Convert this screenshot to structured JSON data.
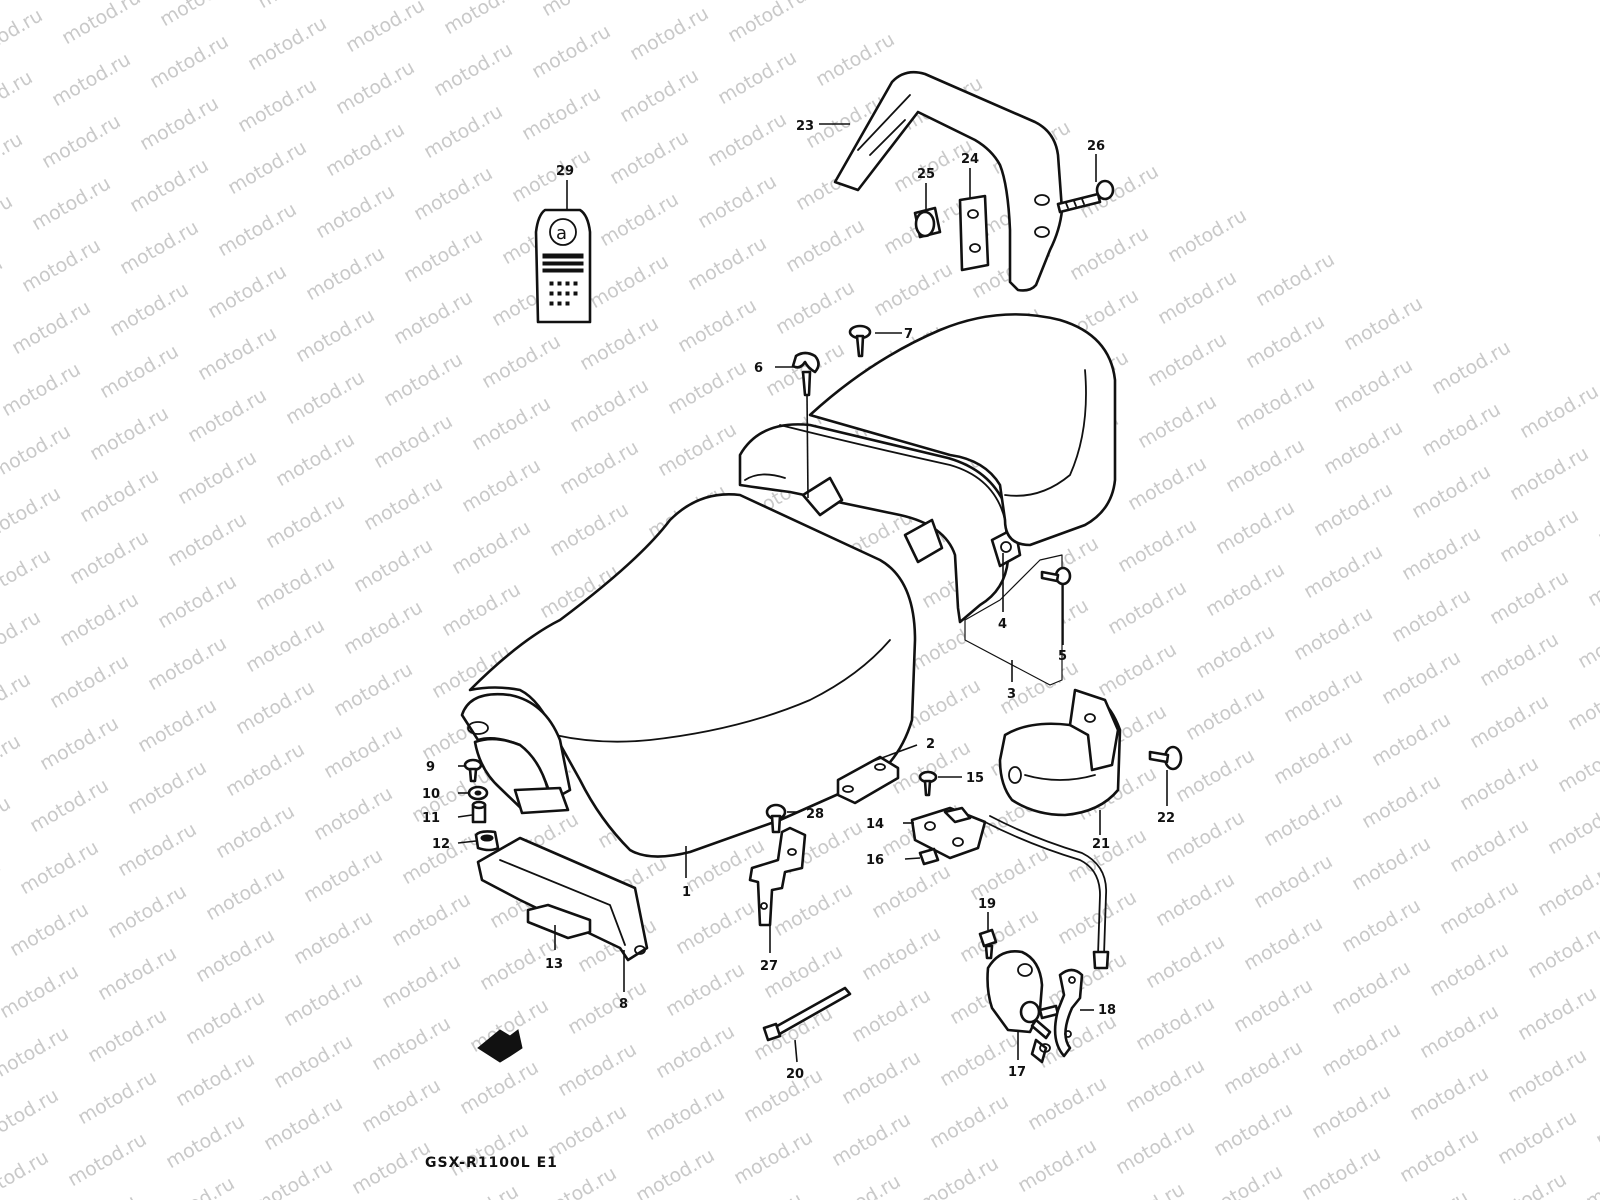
{
  "watermark": "motod.ru",
  "caption": "GSX-R1100L  E1",
  "callouts": {
    "p1": "1",
    "p2": "2",
    "p3": "3",
    "p4": "4",
    "p5": "5",
    "p6": "6",
    "p7": "7",
    "p8": "8",
    "p9": "9",
    "p10": "10",
    "p11": "11",
    "p12": "12",
    "p13": "13",
    "p14": "14",
    "p15": "15",
    "p16": "16",
    "p17": "17",
    "p18": "18",
    "p19": "19",
    "p20": "20",
    "p21": "21",
    "p22": "22",
    "p23": "23",
    "p24": "24",
    "p25": "25",
    "p26": "26",
    "p27": "27",
    "p28": "28",
    "p29": "29"
  }
}
